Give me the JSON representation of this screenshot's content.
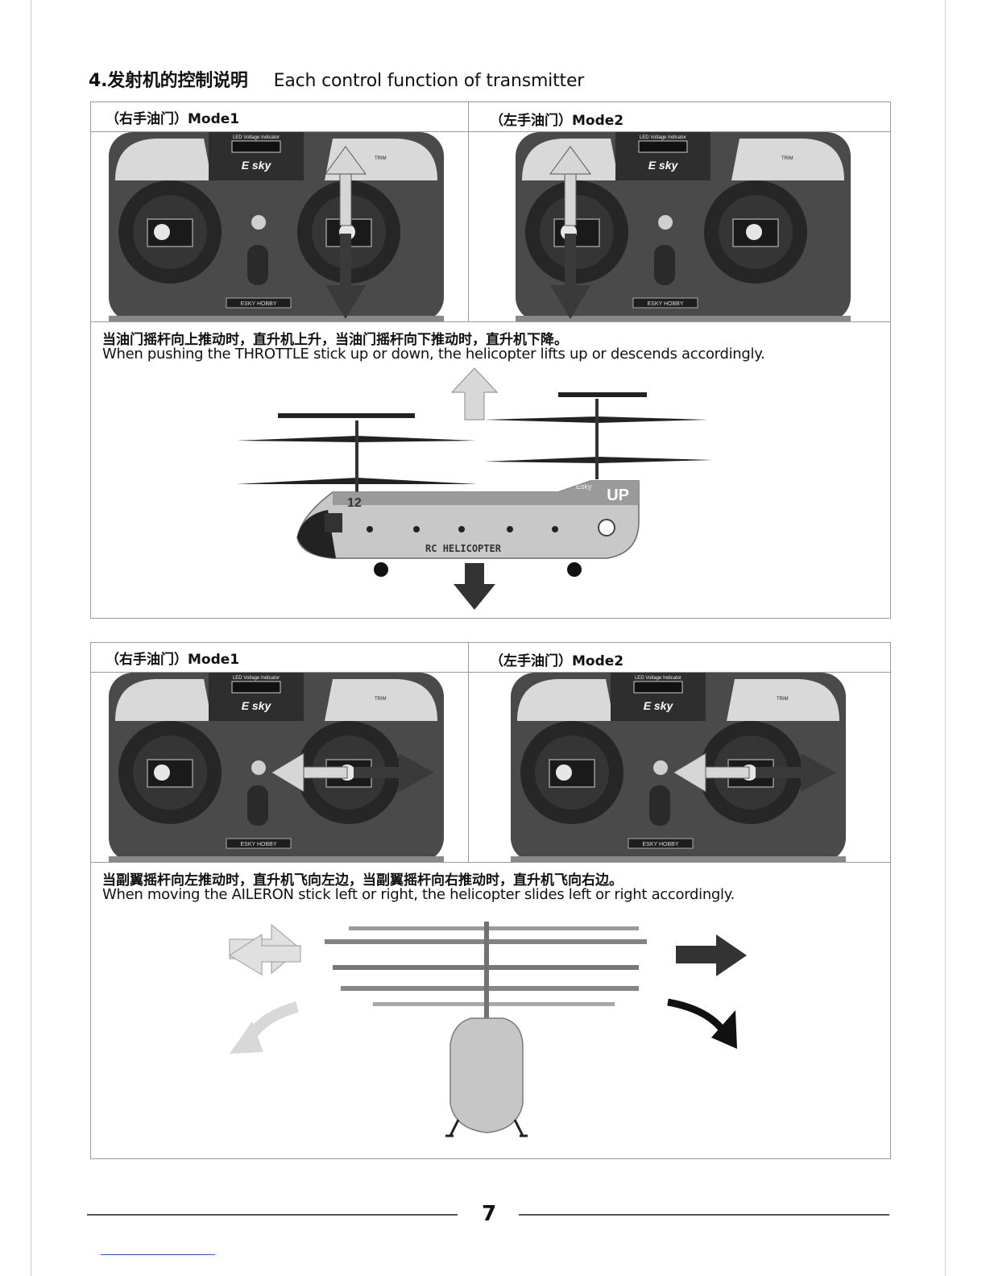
{
  "section": {
    "title_cn": "4.发射机的控制说明",
    "title_en": "Each control function of transmitter"
  },
  "panels": [
    {
      "mode1_label": "（右手油门）Mode1",
      "mode2_label": "（左手油门）Mode2",
      "desc_cn": "当油门摇杆向上推动时，直升机上升，当油门摇杆向下推动时，直升机下降。",
      "desc_en": "When pushing the THROTTLE stick up or down, the helicopter lifts up or descends accordingly."
    },
    {
      "mode1_label": "（右手油门）Mode1",
      "mode2_label": "（左手油门）Mode2",
      "desc_cn": "当副翼摇杆向左推动时，直升机飞向左边，当副翼摇杆向右推动时，直升机飞向右边。",
      "desc_en": "When moving the AILERON stick left or right, the helicopter slides left or right accordingly."
    }
  ],
  "transmitter": {
    "indicator_label": "LED Voltage Indicator",
    "brand": "E sky",
    "trim_label": "TRIM",
    "maker": "ESKY HOBBY"
  },
  "helicopter": {
    "body_text": "RC HELICOPTER",
    "number": "12",
    "tail_text": "UP",
    "brand": "Esky"
  },
  "footer": {
    "page_number": "7"
  }
}
